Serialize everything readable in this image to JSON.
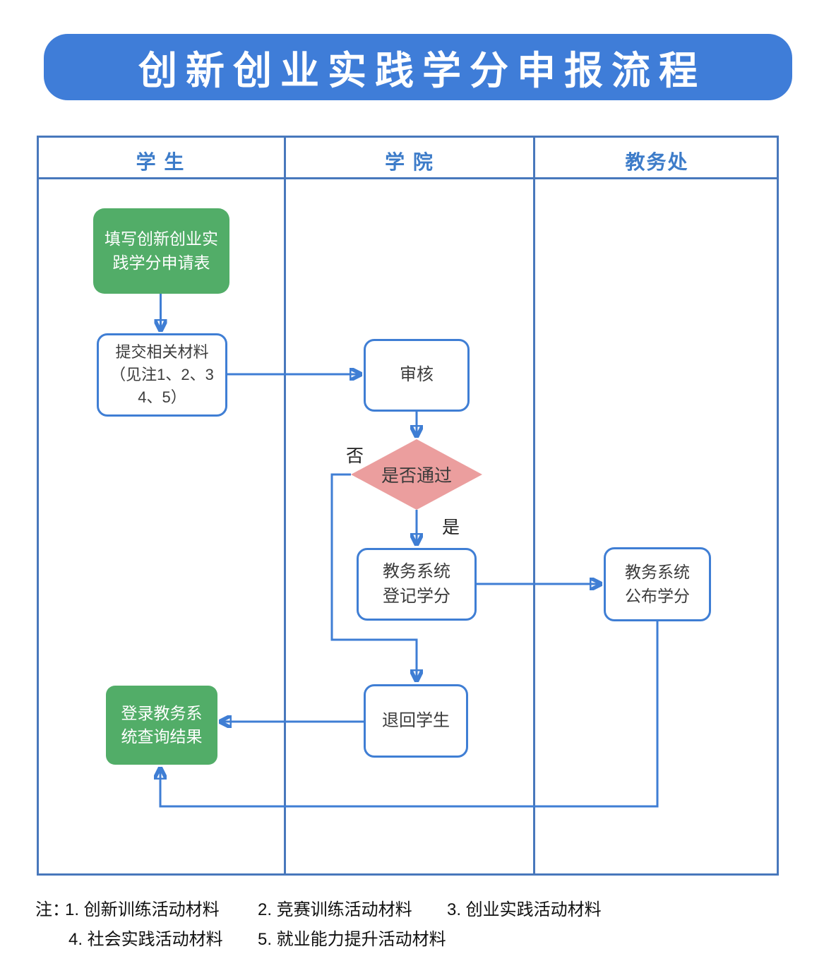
{
  "title": "创新创业实践学分申报流程",
  "lanes": [
    {
      "label": "学 生"
    },
    {
      "label": "学 院"
    },
    {
      "label": "教务处"
    }
  ],
  "nodes": {
    "fill_form": {
      "label": "填写创新创业实\n践学分申请表"
    },
    "submit": {
      "label": "提交相关材料\n（见注1、2、3\n4、5）"
    },
    "review": {
      "label": "审核"
    },
    "decision": {
      "label": "是否通过"
    },
    "register": {
      "label": "教务系统\n登记学分"
    },
    "publish": {
      "label": "教务系统\n公布学分"
    },
    "return_student": {
      "label": "退回学生"
    },
    "query_result": {
      "label": "登录教务系\n统查询结果"
    }
  },
  "branch": {
    "no": "否",
    "yes": "是"
  },
  "notes": {
    "prefix": "注：",
    "row1": [
      "1. 创新训练活动材料",
      "2. 竞赛训练活动材料",
      "3. 创业实践活动材料"
    ],
    "row2": [
      "4. 社会实践活动材料",
      "5. 就业能力提升活动材料"
    ]
  },
  "colors": {
    "banner_blue": "#3f7dd8",
    "line_blue": "#3f7ed4",
    "table_blue": "#4878bc",
    "header_text_blue": "#3d7cc9",
    "node_green": "#52ad68",
    "decision_pink": "#eb9e9e"
  }
}
